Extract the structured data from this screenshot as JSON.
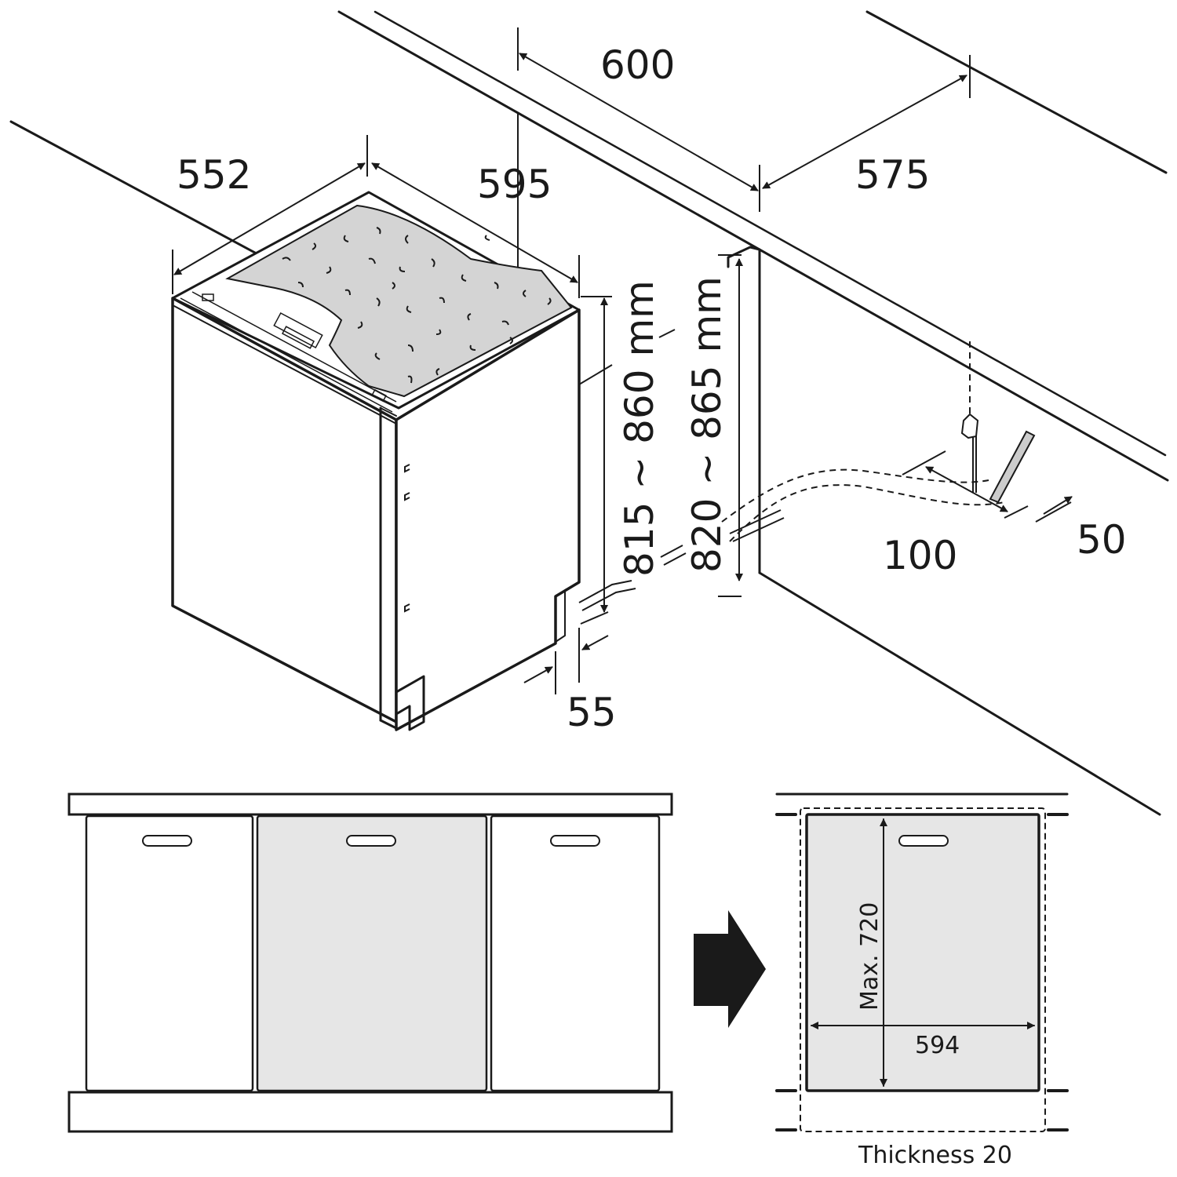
{
  "colors": {
    "line": "#1a1a1a",
    "top_panel": "#d4d4d4",
    "front_panel": "#e6e6e6",
    "background": "#ffffff"
  },
  "dimensions": {
    "cabinet_depth": "600",
    "niche_width_rear": "575",
    "appliance_depth": "552",
    "appliance_width": "595",
    "appliance_height": "815 ~ 860 mm",
    "niche_height": "820 ~ 865 mm",
    "plinth_depth": "55",
    "hose_offset": "100",
    "hose_side": "50"
  },
  "door_panel": {
    "height": "Max. 720",
    "width": "594",
    "thickness": "Thickness 20"
  }
}
